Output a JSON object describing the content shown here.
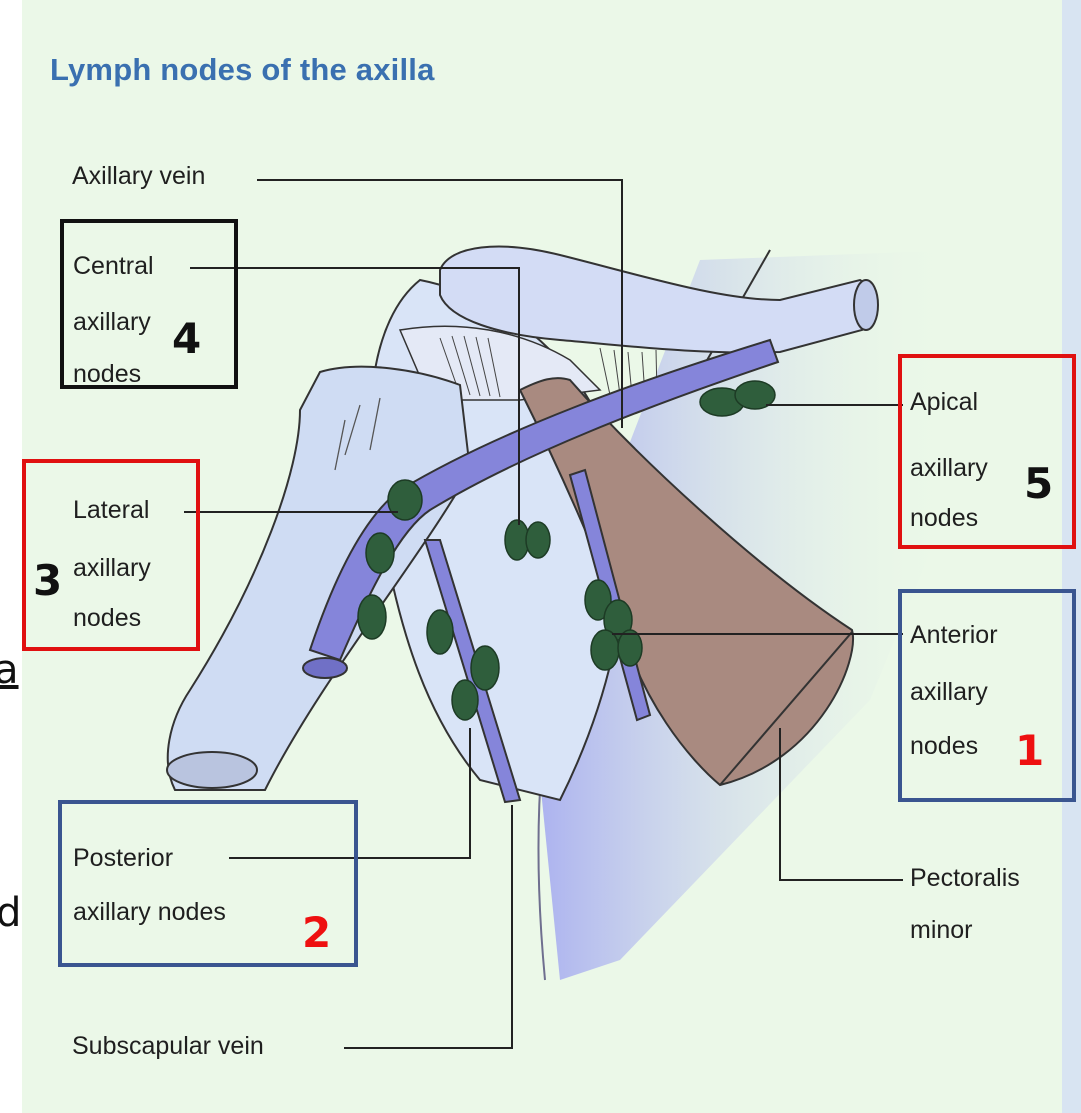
{
  "title": "Lymph nodes of the axilla",
  "labels": {
    "axillary_vein": "Axillary vein",
    "central": [
      "Central",
      "axillary",
      "nodes"
    ],
    "lateral": [
      "Lateral",
      "axillary",
      "nodes"
    ],
    "apical": [
      "Apical",
      "axillary",
      "nodes"
    ],
    "anterior": [
      "Anterior",
      "axillary",
      "nodes"
    ],
    "posterior": [
      "Posterior",
      "axillary nodes"
    ],
    "pectoralis": [
      "Pectoralis",
      "minor"
    ],
    "subscapular": "Subscapular vein"
  },
  "numbers": {
    "anterior": "1",
    "posterior": "2",
    "lateral": "3",
    "central": "4",
    "apical": "5"
  },
  "edge_chars": [
    "a",
    "d"
  ],
  "colors": {
    "background": "#ebf8e8",
    "title": "#3a70b0",
    "bone": "#cfdcf3",
    "vein": "#7f7fd9",
    "muscle": "#a98a80",
    "node": "#2f5e3c",
    "red_box": "#e01010",
    "blue_box": "#3a5590",
    "black_box": "#111111",
    "red_number": "#ee1010"
  }
}
